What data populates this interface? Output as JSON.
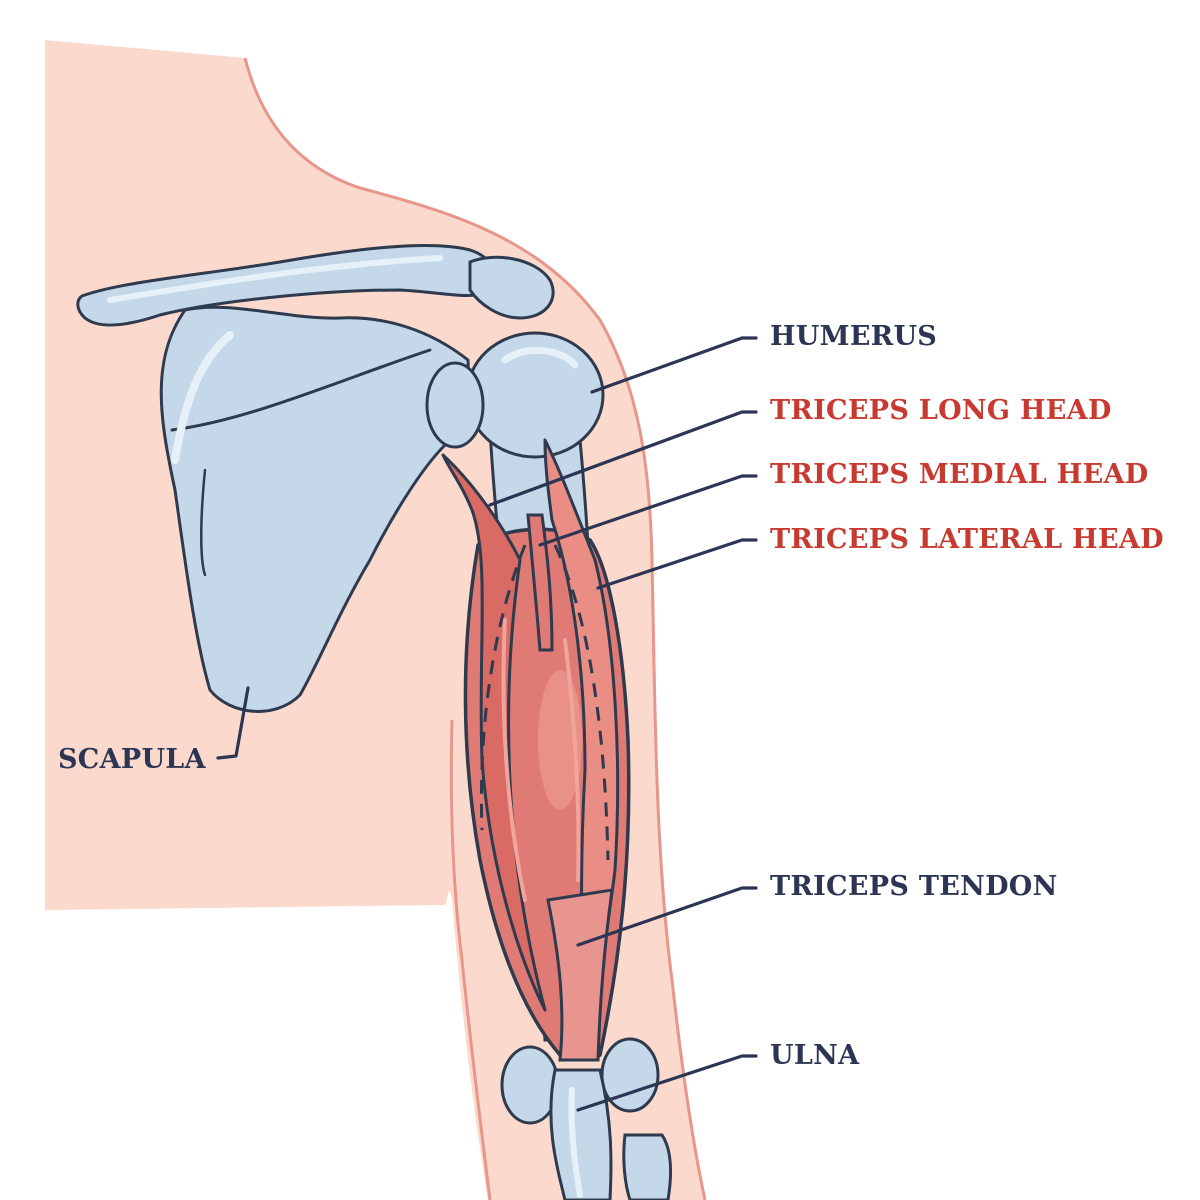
{
  "labels": {
    "humerus": "HUMERUS",
    "triceps_long_head": "TRICEPS LONG HEAD",
    "triceps_medial_head": "TRICEPS MEDIAL HEAD",
    "triceps_lateral_head": "TRICEPS LATERAL HEAD",
    "scapula": "SCAPULA",
    "triceps_tendon": "TRICEPS TENDON",
    "ulna": "ULNA"
  },
  "colors": {
    "skin": "#fbd9cc",
    "skin_outline": "#e8968a",
    "bone": "#c5d8ea",
    "bone_highlight": "#e6f0f8",
    "outline": "#2e3a4e",
    "muscle": "#e07a74",
    "muscle_light": "#f0a49b",
    "label_dark": "#2c3553",
    "label_red": "#c8392f"
  }
}
